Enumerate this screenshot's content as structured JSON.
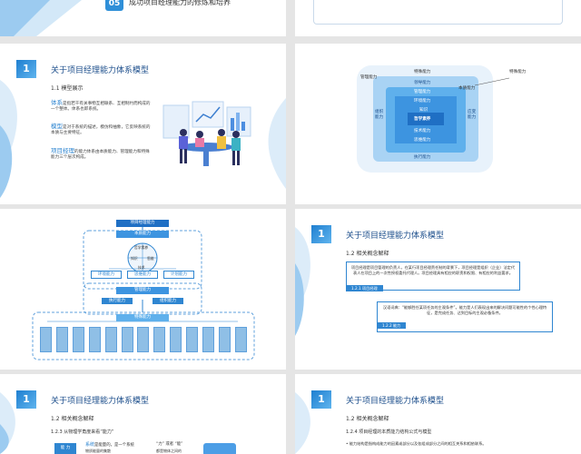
{
  "slide1": {
    "badge": "05",
    "title": "成功项目经理能力的修炼和培养"
  },
  "slide3": {
    "badge": "1",
    "title": "关于项目经理能力体系模型",
    "subtitle": "1.1 模型展示",
    "p1_key": "体系",
    "p1_text": "是指若干有关事物互相联系、互相制约而构成的一个整体。体系也即系统。",
    "p2_key": "模型",
    "p2_text": "是对于系统的描述，模仿和抽象，它反映系统的本质与主要特征。",
    "p3_key": "项目经理",
    "p3_text": "的能力体系由本质能力、管理能力和特殊能力三个层次构成。"
  },
  "slide4": {
    "outer_label": "特殊能力",
    "ring": {
      "top": "特殊能力",
      "left": "管理能力",
      "right": "本质能力"
    },
    "mid": {
      "top": "领导能力",
      "bottom": "执行能力",
      "left": "组织能力",
      "right": "应变能力"
    },
    "inner": {
      "r1": "管理能力",
      "r2": "环境能力",
      "r3": "知识",
      "r4": "技术能力",
      "r5": "思维能力"
    },
    "center": "哲学素养"
  },
  "slide5": {
    "top1": "项目经理能力",
    "top2": "本质能力",
    "circle_top": "哲学素养",
    "circle_l": "知识",
    "circle_r": "思维",
    "circle_b": "技术",
    "row1": [
      "环境能力",
      "思维能力",
      "计划能力"
    ],
    "mgmt": "管理能力",
    "row2": [
      "执行能力",
      "组织能力"
    ],
    "special": "特殊能力",
    "cols": [
      "",
      "",
      "",
      "",
      "",
      "",
      "",
      "",
      "",
      "",
      "",
      "",
      ""
    ]
  },
  "slide6": {
    "badge": "1",
    "title": "关于项目经理能力体系模型",
    "subtitle": "1.2 相关概念解释",
    "box1": "项目经理是项目管理的负责人，在某行项目经理责任制的背景下，项目经理是组织（企业）法定代表人在项目上的一次性授权委托代理人。项目经理具有相应的职责和权限、有相应的利益要求。",
    "tag1": "1.2.1 项目经理",
    "box2": "汉语词典：“能够胜任某项任务的主观条件”。能力是人们表现出来的解决问题可能性的个性心理特征，是完成任务、达到目标的主观必备条件。",
    "tag2": "1.2.2 能力"
  },
  "slide7": {
    "badge": "1",
    "title": "关于项目经理能力体系模型",
    "subtitle": "1.2 相关概念解释",
    "sub2": "1.2.3 从物理学角度来看“能力”",
    "left_key": "系统",
    "mid_text": "“力” 或者 “能”",
    "b1a": "能力",
    "b1b": "是能量的，是一个系统",
    "b1c": "物质能量的集散",
    "b2a": "都是物体之间的",
    "left_top": "能 力"
  },
  "slide8": {
    "badge": "1",
    "title": "关于项目经理能力体系模型",
    "subtitle": "1.2 相关概念解释",
    "sub2": "1.2.4 项目经理的本质能力结构公式与模型",
    "bullet": "能力结构是指构成能力的因素或部分以及各组成部分之间的相互关系和相依联系。"
  }
}
